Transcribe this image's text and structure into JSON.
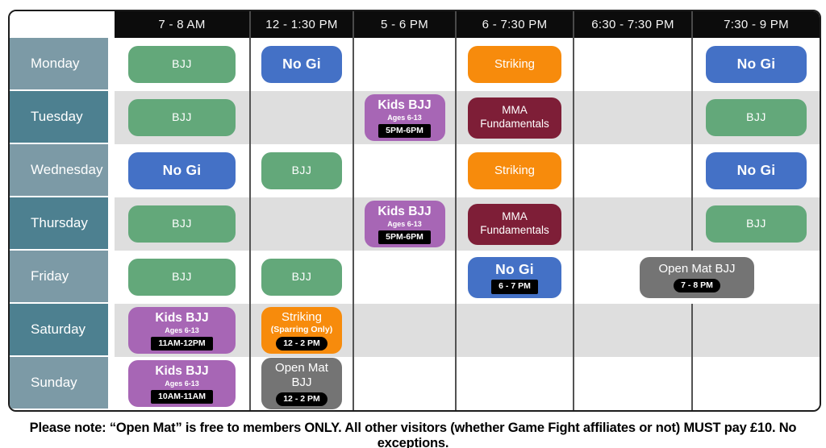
{
  "header": {
    "times": [
      "7 - 8 AM",
      "12 - 1:30 PM",
      "5 - 6 PM",
      "6 - 7:30 PM",
      "6:30 - 7:30 PM",
      "7:30 - 9 PM"
    ]
  },
  "colors": {
    "bjj_green": "#63a87a",
    "nogi_blue": "#4471c6",
    "striking_orange": "#f78b0c",
    "kids_purple": "#a766b5",
    "mma_maroon": "#7e1e37",
    "open_mat_gray": "#747474",
    "day_dark_teal": "#4d8090",
    "day_light_slate": "#7c9aa6",
    "row_zebra_gray": "#dedede",
    "header_black": "#0c0c0c",
    "badge_black": "#000000"
  },
  "rows": [
    {
      "day": "Monday",
      "cells": [
        {
          "label": "BJJ"
        },
        {
          "label": "No Gi"
        },
        {},
        {
          "label": "Striking"
        },
        {},
        {
          "label": "No Gi"
        }
      ]
    },
    {
      "day": "Tuesday",
      "cells": [
        {
          "label": "BJJ"
        },
        {},
        {
          "label": "Kids BJJ",
          "sublabel": "Ages 6-13",
          "badge": "5PM-6PM"
        },
        {
          "label": "MMA Fundamentals"
        },
        {},
        {
          "label": "BJJ"
        }
      ]
    },
    {
      "day": "Wednesday",
      "cells": [
        {
          "label": "No Gi"
        },
        {
          "label": "BJJ"
        },
        {},
        {
          "label": "Striking"
        },
        {},
        {
          "label": "No Gi"
        }
      ]
    },
    {
      "day": "Thursday",
      "cells": [
        {
          "label": "BJJ"
        },
        {},
        {
          "label": "Kids BJJ",
          "sublabel": "Ages 6-13",
          "badge": "5PM-6PM"
        },
        {
          "label": "MMA Fundamentals"
        },
        {},
        {
          "label": "BJJ"
        }
      ]
    },
    {
      "day": "Friday",
      "cells": [
        {
          "label": "BJJ"
        },
        {
          "label": "BJJ"
        },
        {},
        {
          "label": "No Gi",
          "badge": "6 - 7 PM"
        },
        {
          "label": "Open Mat BJJ",
          "badge": "7 - 8 PM"
        }
      ]
    },
    {
      "day": "Saturday",
      "cells": [
        {
          "label": "Kids BJJ",
          "sublabel": "Ages 6-13",
          "badge": "11AM-12PM"
        },
        {
          "label": "Striking",
          "sublabel": "(Sparring Only)",
          "badge": "12 - 2 PM"
        },
        {},
        {},
        {},
        {}
      ]
    },
    {
      "day": "Sunday",
      "cells": [
        {
          "label": "Kids BJJ",
          "sublabel": "Ages 6-13",
          "badge": "10AM-11AM"
        },
        {
          "label": "Open Mat BJJ",
          "badge": "12 - 2 PM"
        },
        {},
        {},
        {},
        {}
      ]
    }
  ],
  "note": "Please note: “Open Mat” is free to members ONLY. All other visitors (whether Game Fight affiliates or not) MUST pay £10. No exceptions."
}
